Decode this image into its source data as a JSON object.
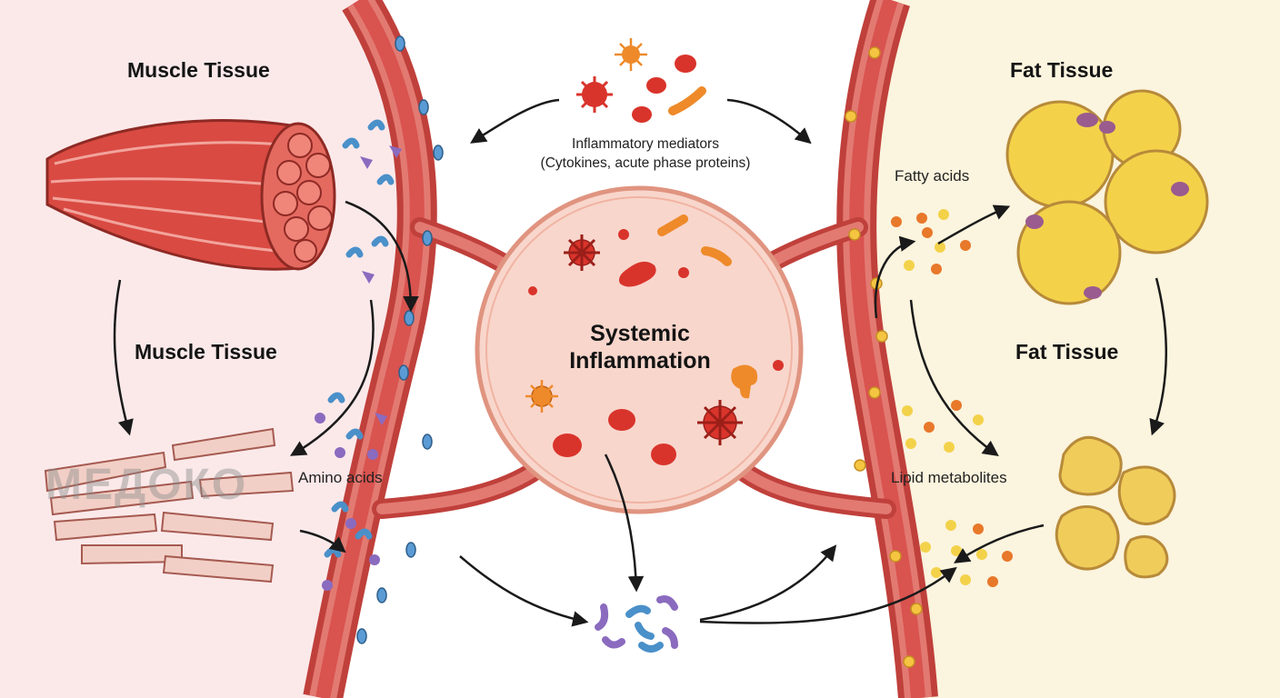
{
  "labels": {
    "muscle_tissue_top": "Muscle Tissue",
    "muscle_tissue_mid": "Muscle Tissue",
    "fat_tissue_top": "Fat Tissue",
    "fat_tissue_mid": "Fat Tissue",
    "center_line1": "Systemic",
    "center_line2": "Inflammation",
    "mediators_line1": "Inflammatory mediators",
    "mediators_line2": "(Cytokines, acute phase proteins)",
    "fatty_acids": "Fatty acids",
    "amino_acids": "Amino acids",
    "lipid_metabolites": "Lipid metabolites"
  },
  "watermark": "МЕДОКО",
  "colors": {
    "muscle_bg": "#fbe9ea",
    "fat_bg": "#fbf4de",
    "vessel": "#d9534f",
    "vessel_dark": "#a8322e",
    "circle_fill": "#f8d6cc",
    "amino_blue": "#4a90c9",
    "amino_purple": "#8a6bbf",
    "fat_yellow": "#f3d24a",
    "fat_orange": "#e8782a",
    "cytokine_red": "#d9342b",
    "cytokine_orange": "#ee8a2a"
  }
}
